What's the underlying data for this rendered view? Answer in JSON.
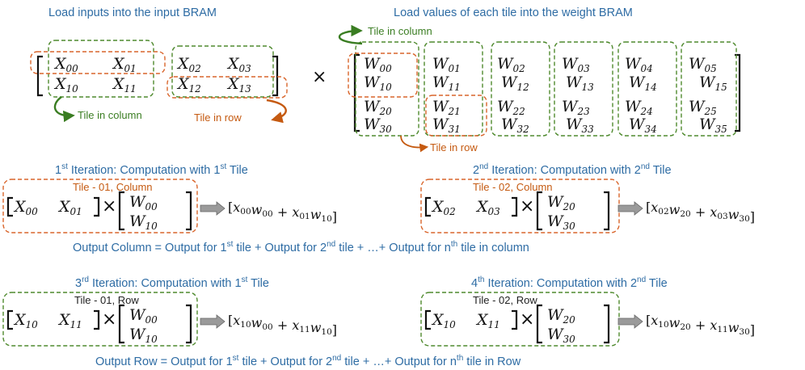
{
  "titles": {
    "input": "Load inputs into the input BRAM",
    "weight": "Load values of each tile into the weight BRAM"
  },
  "labels": {
    "tile_in_column": "Tile in column",
    "tile_in_row": "Tile in row",
    "multiply": "×"
  },
  "input_matrix": {
    "var": "X",
    "rows": [
      [
        "00",
        "01",
        "02",
        "03"
      ],
      [
        "10",
        "11",
        "12",
        "13"
      ]
    ]
  },
  "weight_matrix": {
    "var": "W",
    "rows": [
      [
        "00",
        "01",
        "02",
        "03",
        "04",
        "05"
      ],
      [
        "10",
        "11",
        "12",
        "13",
        "14",
        "15"
      ],
      [
        "20",
        "21",
        "22",
        "23",
        "24",
        "25"
      ],
      [
        "30",
        "31",
        "32",
        "33",
        "34",
        "35"
      ]
    ]
  },
  "iterations": [
    {
      "ord": "1",
      "sup": "st",
      "text": " Iteration: Computation with 1",
      "tsup": "st",
      "tail": " Tile",
      "tile_label": "Tile - 01, Column",
      "x": [
        "00",
        "01"
      ],
      "w": [
        "00",
        "10"
      ],
      "result": [
        [
          "X",
          "00"
        ],
        [
          "W",
          "00"
        ],
        [
          " + ",
          ""
        ],
        [
          "X",
          "01"
        ],
        [
          "W",
          "10"
        ]
      ],
      "color": "orange"
    },
    {
      "ord": "2",
      "sup": "nd",
      "text": " Iteration: Computation with 2",
      "tsup": "nd",
      "tail": " Tile",
      "tile_label": "Tile - 02, Column",
      "x": [
        "02",
        "03"
      ],
      "w": [
        "20",
        "30"
      ],
      "result": [
        [
          "X",
          "02"
        ],
        [
          "W",
          "20"
        ],
        [
          " + ",
          ""
        ],
        [
          "X",
          "03"
        ],
        [
          "W",
          "30"
        ]
      ],
      "color": "orange"
    },
    {
      "ord": "3",
      "sup": "rd",
      "text": " Iteration: Computation with 1",
      "tsup": "st",
      "tail": " Tile",
      "tile_label": "Tile - 01, Row",
      "x": [
        "10",
        "11"
      ],
      "w": [
        "00",
        "10"
      ],
      "result": [
        [
          "X",
          "10"
        ],
        [
          "W",
          "00"
        ],
        [
          " + ",
          ""
        ],
        [
          "X",
          "11"
        ],
        [
          "W",
          "10"
        ]
      ],
      "color": "green"
    },
    {
      "ord": "4",
      "sup": "th",
      "text": " Iteration: Computation with 2",
      "tsup": "nd",
      "tail": " Tile",
      "tile_label": "Tile - 02, Row",
      "x": [
        "10",
        "11"
      ],
      "w": [
        "20",
        "30"
      ],
      "result": [
        [
          "X",
          "10"
        ],
        [
          "W",
          "20"
        ],
        [
          " + ",
          ""
        ],
        [
          "X",
          "11"
        ],
        [
          "W",
          "30"
        ]
      ],
      "color": "green"
    }
  ],
  "outputs": {
    "column": {
      "parts": [
        "Output Column = Output for 1",
        "st",
        " tile + Output for 2",
        "nd",
        " tile + …+ Output for n",
        "th",
        " tile in column"
      ]
    },
    "row": {
      "parts": [
        "Output Row = Output for 1",
        "st",
        " tile + Output for 2",
        "nd",
        " tile + …+ Output for n",
        "th",
        " tile in Row"
      ]
    }
  },
  "colors": {
    "title_blue": "#2e6ca4",
    "orange": "#d9652b",
    "green": "#4f8a2e",
    "arrow_gray": "#9a9a9a"
  }
}
